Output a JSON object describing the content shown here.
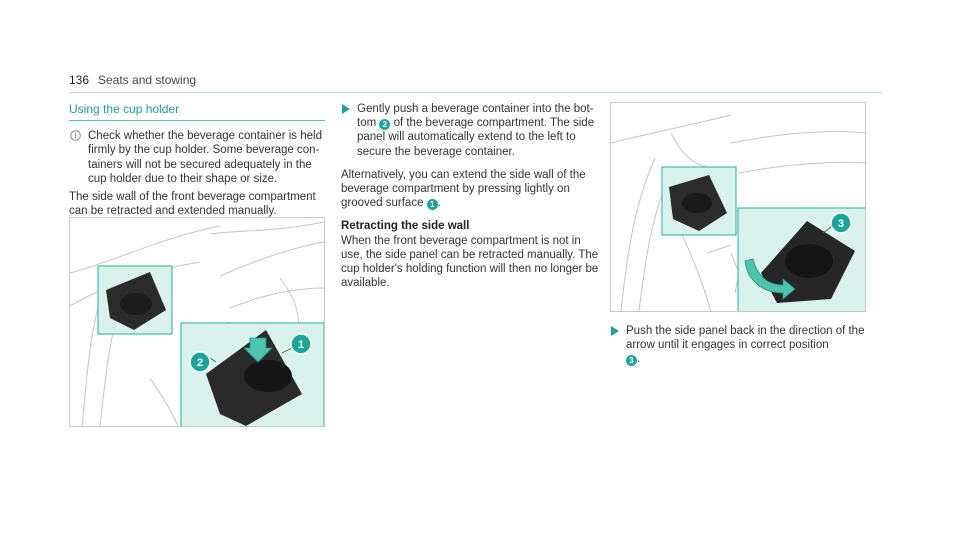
{
  "header": {
    "page_number": "136",
    "section": "Seats and stowing"
  },
  "section": {
    "title": "Using the cup holder",
    "note": "Check whether the beverage container is held firmly by the cup holder. Some beverage con-tainers will not be secured adequately in the cup holder due to their shape or size.",
    "intro": "The side wall of the front beverage compartment can be retracted and extended manually."
  },
  "steps": {
    "push_container": {
      "before": "Gently push a beverage container into the bot-tom",
      "badge": "2",
      "after": "of the beverage compartment. The side panel will automatically extend to the left to secure the beverage container."
    },
    "alternative": {
      "before": "Alternatively, you can extend the side wall of the beverage compartment by pressing lightly on grooved surface",
      "badge": "1",
      "after": "."
    },
    "retract_title": "Retracting the side wall",
    "retract_text": "When the front beverage compartment is not in use, the side panel can be retracted manually. The cup holder's holding function will then no longer be available.",
    "push_panel": {
      "before": "Push the side panel back in the direction of the arrow until it engages in correct position",
      "badge": "3",
      "after": "."
    }
  },
  "figures": {
    "fig1": {
      "callouts": [
        "1",
        "2"
      ]
    },
    "fig2": {
      "callouts": [
        "3"
      ]
    }
  },
  "colors": {
    "accent": "#1aa59a",
    "highlight_fill": "#d9f3ec",
    "highlight_border": "#3fbfa8"
  },
  "icons": {
    "note": "info-icon",
    "step": "triangle-arrow-icon"
  }
}
